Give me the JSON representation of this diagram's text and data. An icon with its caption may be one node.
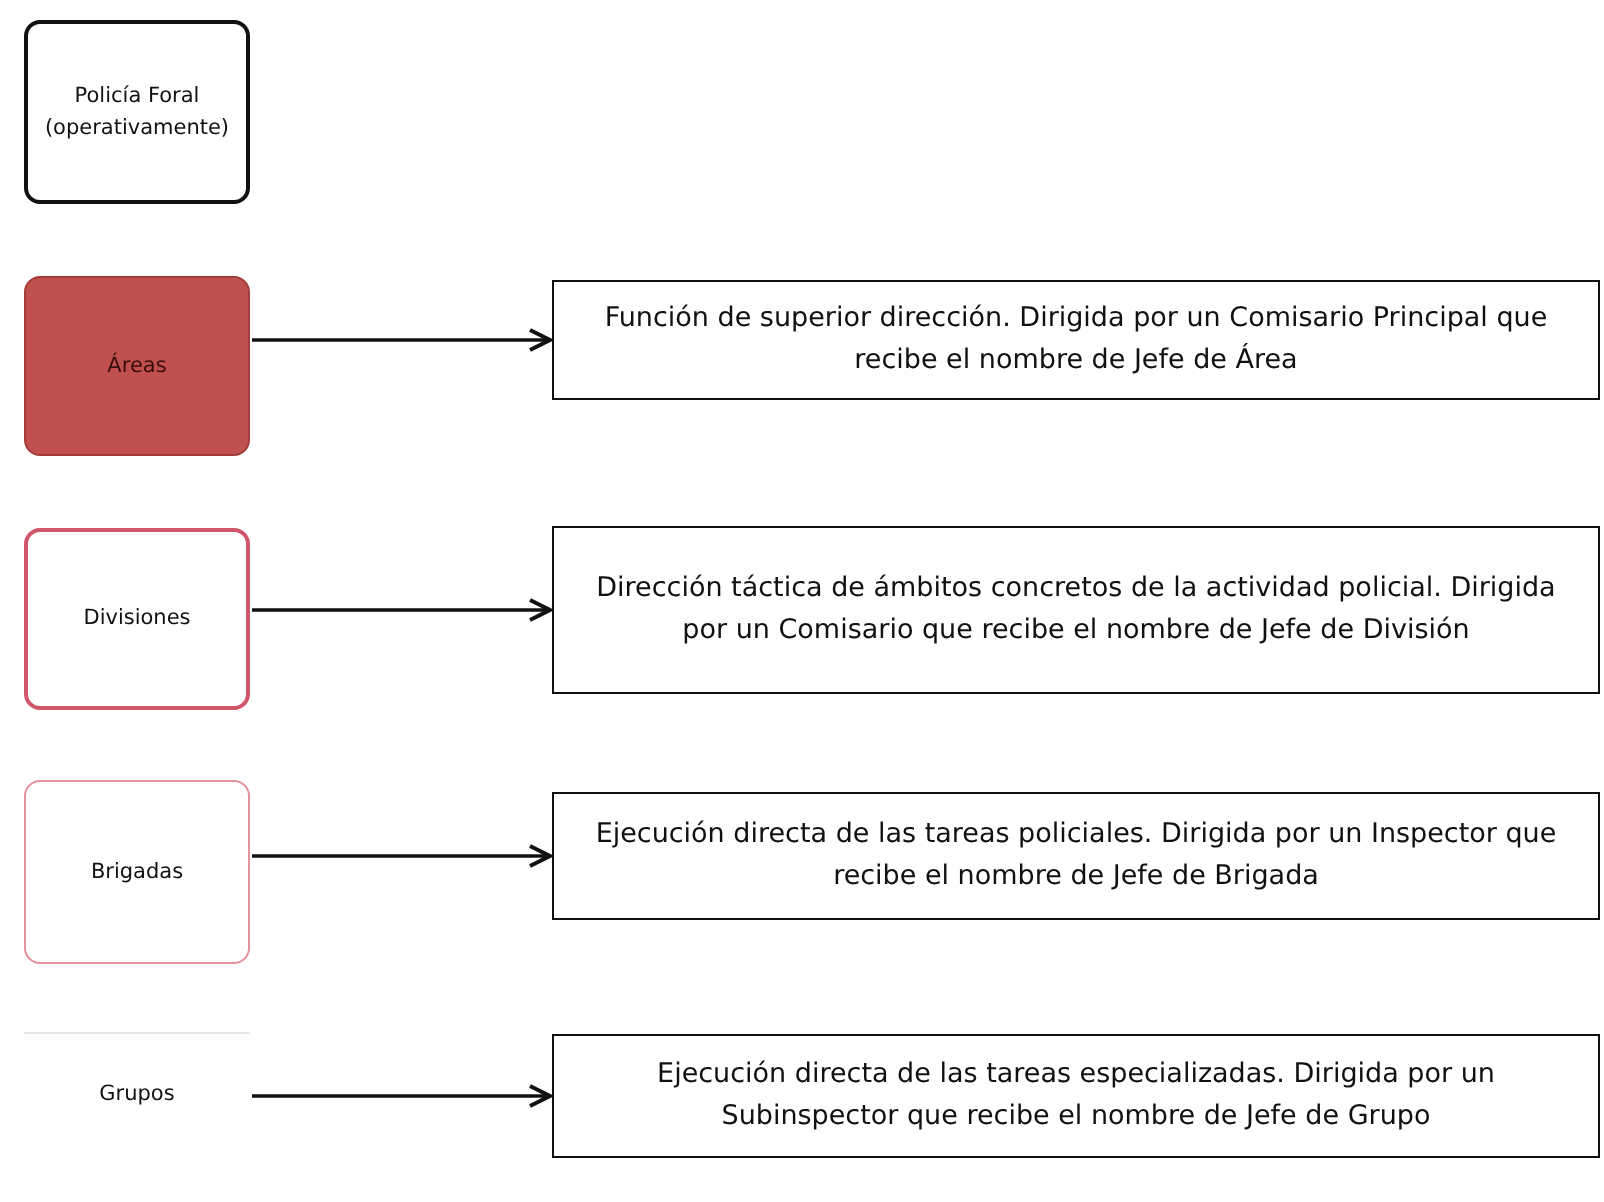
{
  "diagram": {
    "nodes": [
      {
        "text": [
          "Policía Foral (operativamente)"
        ]
      },
      {
        "text": [
          "Áreas"
        ]
      },
      {
        "text": [
          "Función de superior dirección. Dirigida por un Comisario Principal que recibe el nombre de Jefe de Área"
        ]
      },
      {
        "text": [
          "Divisiones"
        ]
      },
      {
        "text": [
          "Dirección táctica de ámbitos concretos de la actividad policial. Dirigida por un Comisario que recibe el nombre de Jefe de División"
        ]
      },
      {
        "text": [
          "Brigadas"
        ]
      },
      {
        "text": [
          "Ejecución directa de las tareas policiales. Dirigida por un Inspector que recibe el nombre de Jefe de Brigada"
        ]
      },
      {
        "text": [
          "Grupos"
        ]
      },
      {
        "text": [
          "Ejecución directa de las tareas especializadas. Dirigida por un Subinspector que recibe el nombre de Jefe de Grupo"
        ]
      }
    ],
    "edges": [
      {
        "from": 1,
        "to": 2,
        "arrow": "to"
      },
      {
        "from": 3,
        "to": 4,
        "arrow": "to"
      },
      {
        "from": 5,
        "to": 6,
        "arrow": "to"
      },
      {
        "from": 7,
        "to": 8,
        "arrow": "to"
      }
    ]
  }
}
